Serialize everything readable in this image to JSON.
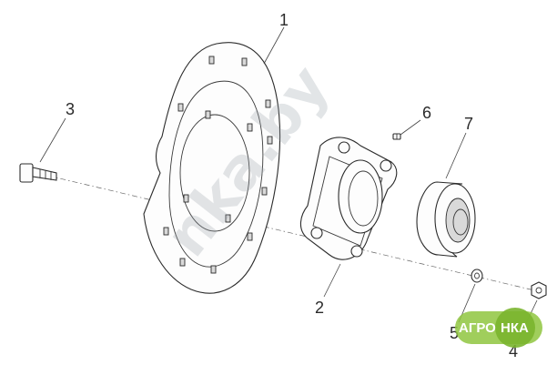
{
  "callouts": [
    {
      "id": "1",
      "label": "1"
    },
    {
      "id": "2",
      "label": "2"
    },
    {
      "id": "3",
      "label": "3"
    },
    {
      "id": "4",
      "label": "4"
    },
    {
      "id": "5",
      "label": "5"
    },
    {
      "id": "6",
      "label": "6"
    },
    {
      "id": "7",
      "label": "7"
    }
  ],
  "watermark": {
    "text": "nka.by"
  },
  "logo": {
    "left": "АГРО",
    "right": "НКА"
  },
  "colors": {
    "line": "#2b2b2b",
    "logo_green": "#8fc63f",
    "watermark": "#9aa3ab"
  }
}
